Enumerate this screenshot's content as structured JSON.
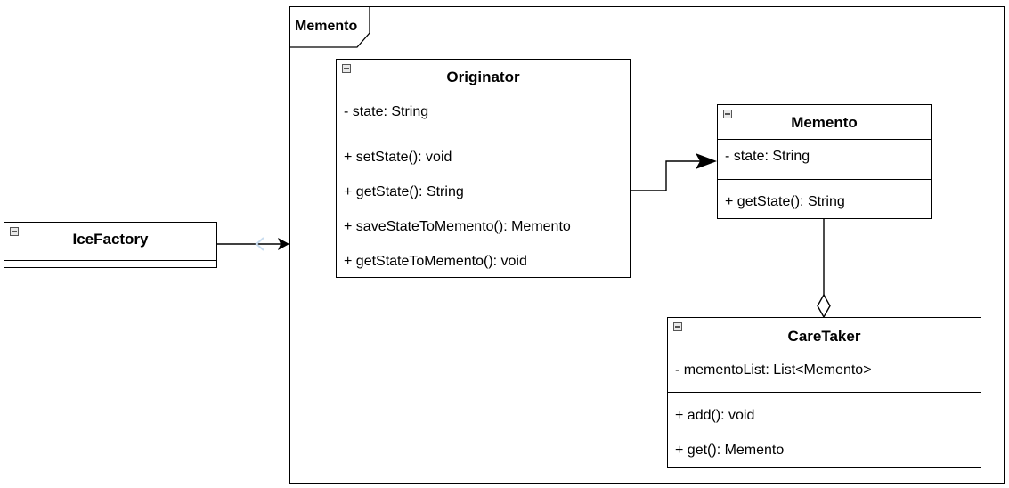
{
  "frame": {
    "label": "Memento"
  },
  "classes": {
    "ice_factory": {
      "name": "IceFactory"
    },
    "originator": {
      "name": "Originator",
      "attributes": [
        "- state: String"
      ],
      "methods": [
        "+ setState(): void",
        "+ getState(): String",
        "+ saveStateToMemento(): Memento",
        "+ getStateToMemento(): void"
      ]
    },
    "memento": {
      "name": "Memento",
      "attributes": [
        "- state: String"
      ],
      "methods": [
        "+ getState(): String"
      ]
    },
    "caretaker": {
      "name": "CareTaker",
      "attributes": [
        "- mementoList: List<Memento>"
      ],
      "methods": [
        "+ add(): void",
        "+ get(): Memento"
      ]
    }
  },
  "colors": {
    "line": "#000000",
    "icon_fill": "#e9e9e9",
    "faint_connector": "#c9ddf0"
  }
}
